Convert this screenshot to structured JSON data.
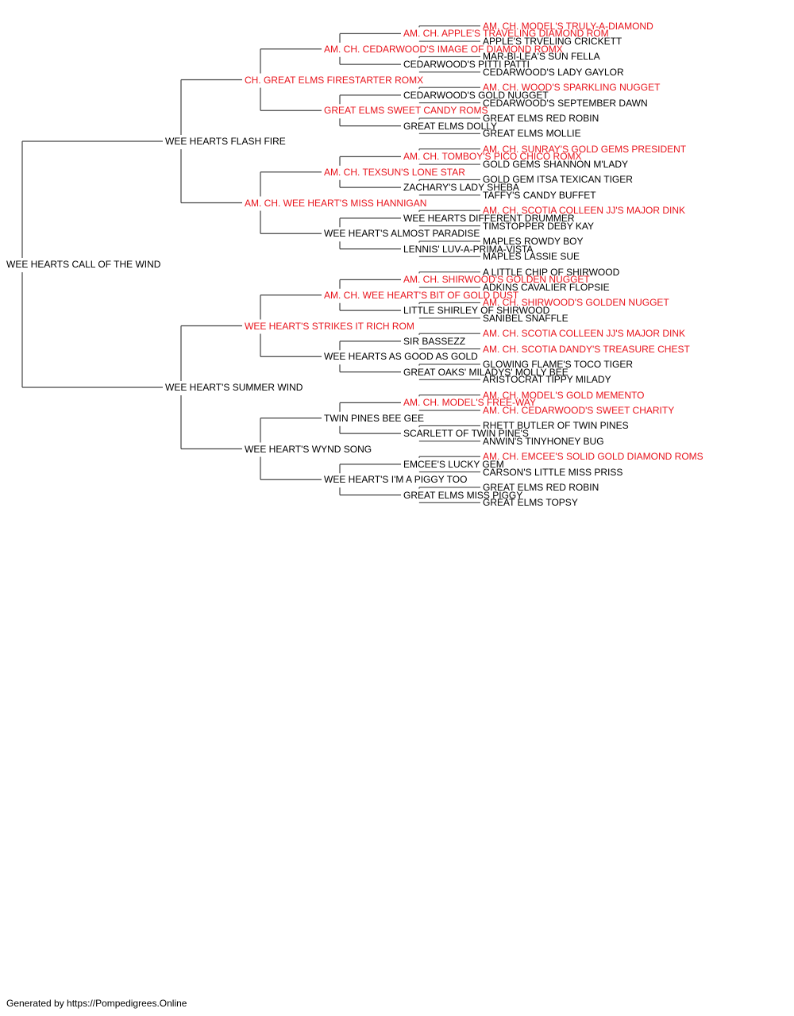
{
  "colors": {
    "champion": "#e8141c",
    "normal": "#000000",
    "line": "#444444"
  },
  "footer": "Generated by https://Pompedigrees.Online",
  "pedigree": {
    "name": "WEE HEARTS CALL OF THE WIND",
    "champion": false,
    "sire": {
      "name": "WEE HEARTS FLASH FIRE",
      "champion": false,
      "sire": {
        "name": "CH. GREAT ELMS FIRESTARTER ROMX",
        "champion": true,
        "sire": {
          "name": "AM. CH. CEDARWOOD'S IMAGE OF DIAMOND ROMX",
          "champion": true,
          "sire": {
            "name": "AM. CH. APPLE'S TRAVELING DIAMOND ROM",
            "champion": true,
            "sire": {
              "name": "AM. CH. MODEL'S TRULY-A-DIAMOND",
              "champion": true
            },
            "dam": {
              "name": "APPLE'S TRVELING CRICKETT",
              "champion": false
            }
          },
          "dam": {
            "name": "CEDARWOOD'S PITTI PATTI",
            "champion": false,
            "sire": {
              "name": "MAR-BI-LEA'S SUN FELLA",
              "champion": false
            },
            "dam": {
              "name": "CEDARWOOD'S LADY GAYLOR",
              "champion": false
            }
          }
        },
        "dam": {
          "name": "GREAT ELMS SWEET CANDY ROMS",
          "champion": true,
          "sire": {
            "name": "CEDARWOOD'S GOLD NUGGET",
            "champion": false,
            "sire": {
              "name": "AM. CH. WOOD'S SPARKLING NUGGET",
              "champion": true
            },
            "dam": {
              "name": "CEDARWOOD'S SEPTEMBER DAWN",
              "champion": false
            }
          },
          "dam": {
            "name": "GREAT ELMS DOLLY",
            "champion": false,
            "sire": {
              "name": "GREAT ELMS RED ROBIN",
              "champion": false
            },
            "dam": {
              "name": "GREAT ELMS MOLLIE",
              "champion": false
            }
          }
        }
      },
      "dam": {
        "name": "AM. CH. WEE HEART'S MISS HANNIGAN",
        "champion": true,
        "sire": {
          "name": "AM. CH. TEXSUN'S LONE STAR",
          "champion": true,
          "sire": {
            "name": "AM. CH. TOMBOY'S PICO CHICO ROMX",
            "champion": true,
            "sire": {
              "name": "AM. CH. SUNRAY'S GOLD GEMS PRESIDENT",
              "champion": true
            },
            "dam": {
              "name": "GOLD GEMS SHANNON M'LADY",
              "champion": false
            }
          },
          "dam": {
            "name": "ZACHARY'S LADY SHEBA",
            "champion": false,
            "sire": {
              "name": "GOLD GEM ITSA TEXICAN TIGER",
              "champion": false
            },
            "dam": {
              "name": "TAFFY'S CANDY BUFFET",
              "champion": false
            }
          }
        },
        "dam": {
          "name": "WEE HEART'S ALMOST PARADISE",
          "champion": false,
          "sire": {
            "name": "WEE HEARTS DIFFERENT DRUMMER",
            "champion": false,
            "sire": {
              "name": "AM. CH. SCOTIA COLLEEN JJ'S MAJOR DINK",
              "champion": true
            },
            "dam": {
              "name": "TIMSTOPPER DEBY KAY",
              "champion": false
            }
          },
          "dam": {
            "name": "LENNIS' LUV-A-PRIMA-VISTA",
            "champion": false,
            "sire": {
              "name": "MAPLES ROWDY BOY",
              "champion": false
            },
            "dam": {
              "name": "MAPLES LASSIE SUE",
              "champion": false
            }
          }
        }
      }
    },
    "dam": {
      "name": "WEE HEART'S SUMMER WIND",
      "champion": false,
      "sire": {
        "name": "WEE HEART'S STRIKES IT RICH ROM",
        "champion": true,
        "sire": {
          "name": "AM. CH. WEE HEART'S BIT OF GOLD DUST",
          "champion": true,
          "sire": {
            "name": "AM. CH. SHIRWOOD'S GOLDEN NUGGET",
            "champion": true,
            "sire": {
              "name": "A LITTLE CHIP OF SHIRWOOD",
              "champion": false
            },
            "dam": {
              "name": "ADKINS CAVALIER FLOPSIE",
              "champion": false
            }
          },
          "dam": {
            "name": "LITTLE SHIRLEY OF SHIRWOOD",
            "champion": false,
            "sire": {
              "name": "AM. CH. SHIRWOOD'S GOLDEN NUGGET",
              "champion": true
            },
            "dam": {
              "name": "SANIBEL SNAFFLE",
              "champion": false
            }
          }
        },
        "dam": {
          "name": "WEE HEARTS AS GOOD AS GOLD",
          "champion": false,
          "sire": {
            "name": "SIR BASSEZZ",
            "champion": false,
            "sire": {
              "name": "AM. CH. SCOTIA COLLEEN JJ'S MAJOR DINK",
              "champion": true
            },
            "dam": {
              "name": "AM. CH. SCOTIA DANDY'S TREASURE CHEST",
              "champion": true
            }
          },
          "dam": {
            "name": "GREAT OAKS' MILADYS' MOLLY BEE",
            "champion": false,
            "sire": {
              "name": "GLOWING FLAME'S TOCO TIGER",
              "champion": false
            },
            "dam": {
              "name": "ARISTOCRAT TIPPY MILADY",
              "champion": false
            }
          }
        }
      },
      "dam": {
        "name": "WEE HEART'S WYND SONG",
        "champion": false,
        "sire": {
          "name": "TWIN PINES BEE GEE",
          "champion": false,
          "sire": {
            "name": "AM. CH. MODEL'S FREE-WAY",
            "champion": true,
            "sire": {
              "name": "AM. CH. MODEL'S GOLD MEMENTO",
              "champion": true
            },
            "dam": {
              "name": "AM. CH. CEDARWOOD'S SWEET CHARITY",
              "champion": true
            }
          },
          "dam": {
            "name": "SCARLETT OF TWIN PINE'S",
            "champion": false,
            "sire": {
              "name": "RHETT BUTLER OF TWIN PINES",
              "champion": false
            },
            "dam": {
              "name": "ANWIN'S TINYHONEY BUG",
              "champion": false
            }
          }
        },
        "dam": {
          "name": "WEE HEART'S I'M A PIGGY TOO",
          "champion": false,
          "sire": {
            "name": "EMCEE'S LUCKY GEM",
            "champion": false,
            "sire": {
              "name": "AM. CH. EMCEE'S SOLID GOLD DIAMOND ROMS",
              "champion": true
            },
            "dam": {
              "name": "CARSON'S LITTLE MISS PRISS",
              "champion": false
            }
          },
          "dam": {
            "name": "GREAT ELMS MISS PIGGY",
            "champion": false,
            "sire": {
              "name": "GREAT ELMS RED ROBIN",
              "champion": false
            },
            "dam": {
              "name": "GREAT ELMS TOPSY",
              "champion": false
            }
          }
        }
      }
    }
  }
}
